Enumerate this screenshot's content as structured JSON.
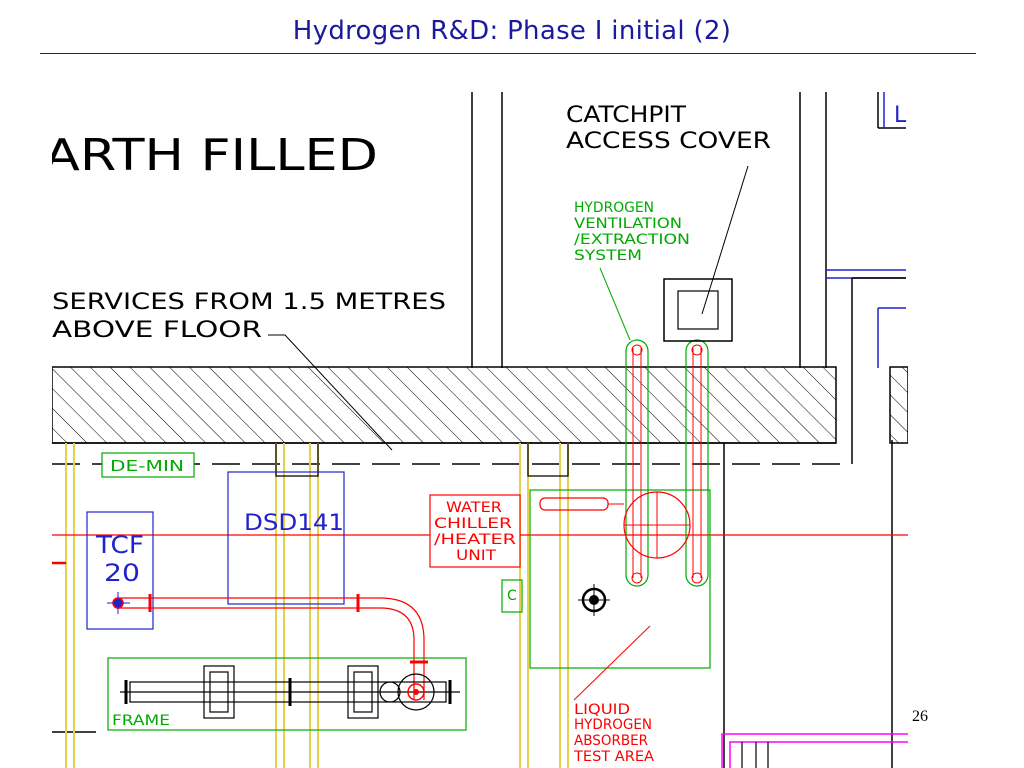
{
  "slide": {
    "title": "Hydrogen R&D: Phase I initial (2)",
    "page_number": "26"
  },
  "drawing": {
    "labels": {
      "earth_filled": "ARTH  FILLED",
      "catchpit_line1": "CATCHPIT",
      "catchpit_line2": "ACCESS  COVER",
      "vent_line1": "HYDROGEN",
      "vent_line2": "VENTILATION",
      "vent_line3": "/EXTRACTION",
      "vent_line4": "SYSTEM",
      "services_line1": "SERVICES  FROM  1.5  METRES",
      "services_line2": "ABOVE  FLOOR",
      "demin": "DE-MIN",
      "dsd": "DSD141",
      "tcf_line1": "TCF",
      "tcf_line2": "20",
      "chiller_line1": "WATER",
      "chiller_line2": "CHILLER",
      "chiller_line3": "/HEATER",
      "chiller_line4": "UNIT",
      "c_box": "C",
      "frame": "FRAME",
      "lh_line1": "LIQUID",
      "lh_line2": "HYDROGEN",
      "lh_line3": "ABSORBER",
      "lh_line4": "TEST  AREA",
      "edge_letter": "L"
    },
    "colors": {
      "black": "#000000",
      "red": "#ff0000",
      "green": "#00aa00",
      "blue": "#2222cc",
      "yellow": "#e6d24a",
      "magenta": "#ff00ff",
      "title_blue": "#1a1a9e"
    }
  }
}
